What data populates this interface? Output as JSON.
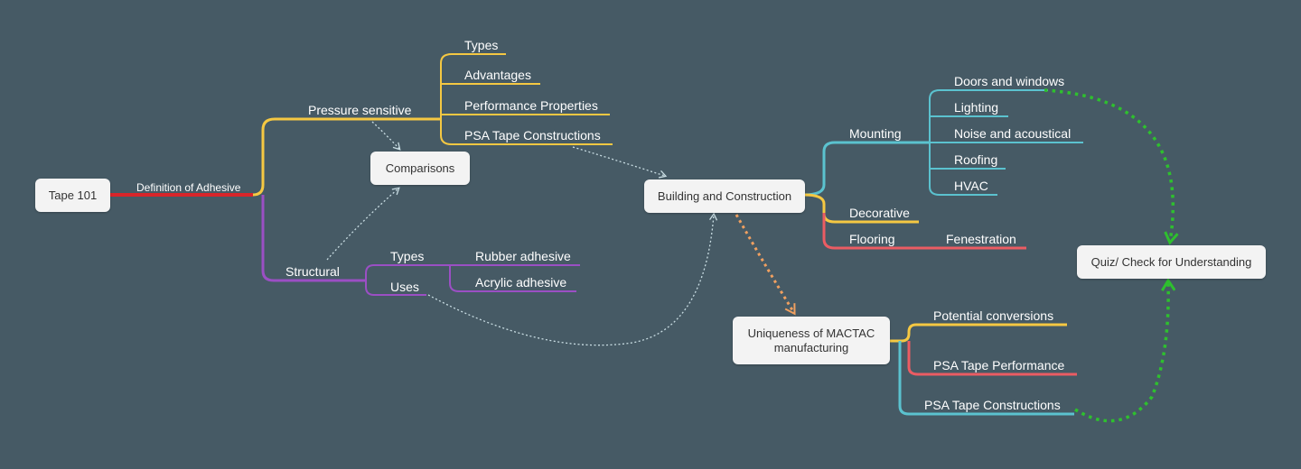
{
  "root": {
    "label": "Tape 101"
  },
  "definition_label": "Definition of Adhesive",
  "pressure": {
    "label": "Pressure sensitive",
    "children": [
      "Types",
      "Advantages",
      "Performance Properties",
      "PSA Tape Constructions"
    ]
  },
  "comparisons": {
    "label": "Comparisons"
  },
  "structural": {
    "label": "Structural",
    "types": {
      "label": "Types",
      "children": [
        "Rubber adhesive",
        "Acrylic adhesive"
      ]
    },
    "uses": {
      "label": "Uses"
    }
  },
  "building": {
    "label": "Building and Construction",
    "mounting": {
      "label": "Mounting",
      "children": [
        "Doors and windows",
        "Lighting",
        "Noise and acoustical",
        "Roofing",
        "HVAC"
      ]
    },
    "decorative": {
      "label": "Decorative"
    },
    "flooring": {
      "label": "Flooring",
      "child": "Fenestration"
    }
  },
  "quiz": {
    "label": "Quiz/ Check for Understanding"
  },
  "mactac": {
    "label": "Uniqueness of MACTAC manufacturing",
    "children": [
      "Potential conversions",
      "PSA Tape Performance",
      "PSA Tape Constructions"
    ]
  },
  "colors": {
    "background": "#465a65",
    "yellow": "#f5c842",
    "red": "#d9252a",
    "purple": "#9b4fc4",
    "teal": "#5bc2cf",
    "coral": "#eb5c63",
    "green": "#2ec02e",
    "orange": "#f0a060",
    "relation": "#c9dde3"
  }
}
